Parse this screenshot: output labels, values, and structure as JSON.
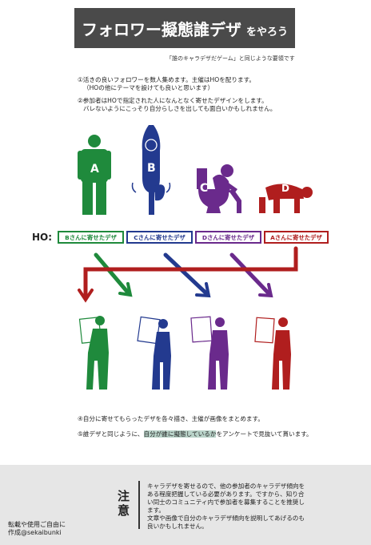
{
  "title": {
    "main": "フォロワー擬態誰デザ",
    "sub": "をやろう"
  },
  "note": "「誰のキャラデザだゲーム」と同じような要領です",
  "steps": {
    "s1_line1": "①活きの良いフォロワーを数人集めます。主催はHOを配ります。",
    "s1_line2": "（HOの他にテーマを設けても良いと思います）",
    "s2_line1": "②参加者はHOで指定された人になんとなく寄せたデザインをします。",
    "s2_line2": "バレないようにこっそり自分らしさを出しても面白いかもしれません。",
    "s4": "④自分に寄せてもらったデザを各々描き、主催が画像をまとめます。",
    "s5_pre": "⑤誰デザと同じように、",
    "s5_hl": "自分が誰に擬態しているか",
    "s5_post": "をアンケートで見抜いて貰います。"
  },
  "figures": [
    {
      "letter": "A",
      "color": "#1f8a3c",
      "icon": "standing-person-icon"
    },
    {
      "letter": "B",
      "color": "#233a8f",
      "icon": "yoga-pose-person-icon"
    },
    {
      "letter": "C",
      "color": "#6a2a8c",
      "icon": "toilet-person-icon"
    },
    {
      "letter": "D",
      "color": "#b01e1e",
      "icon": "crawling-person-icon"
    }
  ],
  "ho": {
    "label": "HO:",
    "boxes": [
      {
        "text": "Bさんに寄せたデザ",
        "color": "#1f8a3c"
      },
      {
        "text": "Cさんに寄せたデザ",
        "color": "#233a8f"
      },
      {
        "text": "Dさんに寄せたデザ",
        "color": "#6a2a8c"
      },
      {
        "text": "Aさんに寄せたデザ",
        "color": "#b01e1e"
      }
    ]
  },
  "holders": [
    {
      "color": "#1f8a3c",
      "icon": "person-holding-paper-icon"
    },
    {
      "color": "#233a8f",
      "icon": "person-holding-paper-icon"
    },
    {
      "color": "#6a2a8c",
      "icon": "person-holding-paper-icon"
    },
    {
      "color": "#b01e1e",
      "icon": "person-holding-paper-icon"
    }
  ],
  "footer": {
    "caution_title": "注意",
    "caution_lines": [
      "キャラデザを寄せるので、他の参加者のキャラデザ傾向を",
      "ある程度把握している必要があります。ですから、知り合",
      "い同士のコミュニティ内で参加者を募集することを推奨し",
      "ます。",
      "文章や画像で自分のキャラデザ傾向を説明してあげるのも",
      "良いかもしれません。"
    ],
    "credit_line1": "転載や使用ご自由に",
    "credit_line2": "作成@sekaibunki"
  }
}
